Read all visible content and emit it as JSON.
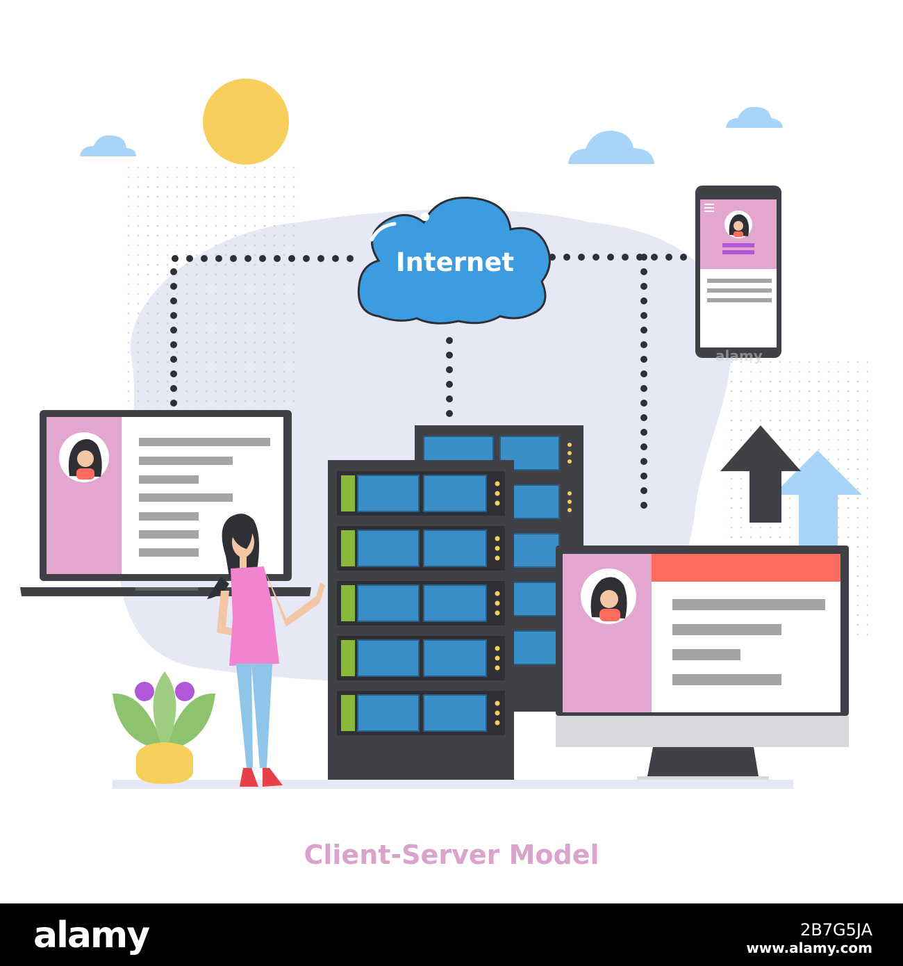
{
  "cloud_label": "Internet",
  "caption": "Client-Server Model",
  "footer": {
    "logo": "alamy",
    "url": "www.alamy.com",
    "image_id": "2B7G5JA"
  },
  "watermark": "alamy",
  "colors": {
    "caption": "#d9a3cc",
    "cloud": "#3d9be0",
    "server_body": "#3f4147",
    "server_drive": "#3b8fc9",
    "profile_pink": "#e3a7cf",
    "header_red": "#ff6b5e",
    "connector_dots": "#2f3035",
    "sun": "#f7cf5c",
    "sky_cloud": "#a8d4f7",
    "blob_bg": "#e6e8f6"
  },
  "icons": [
    "sun-icon",
    "sky-cloud-icon",
    "internet-cloud-icon",
    "laptop-icon",
    "server-rack-icon",
    "smartphone-icon",
    "monitor-icon",
    "upload-arrow-icon",
    "potted-plant-icon",
    "person-illustration"
  ]
}
